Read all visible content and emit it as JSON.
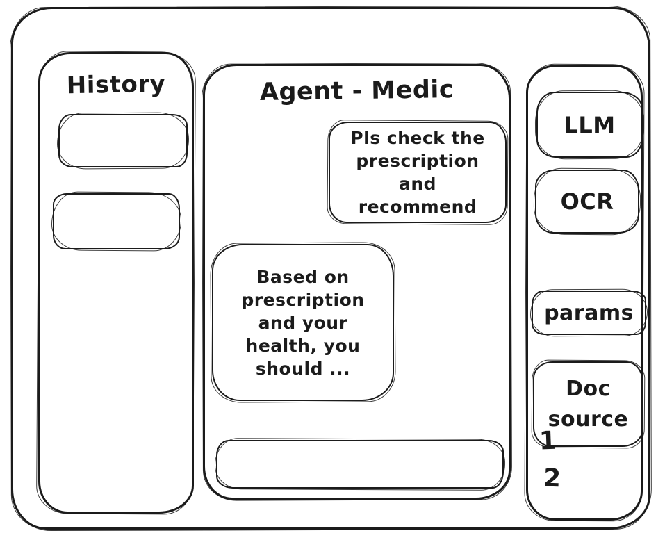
{
  "colors": {
    "ink": "#1b1b1b",
    "background": "#ffffff"
  },
  "sidebar": {
    "title": "History",
    "items": [
      {
        "label": ""
      },
      {
        "label": ""
      }
    ]
  },
  "chat": {
    "title": "Agent - Medic",
    "messages": [
      {
        "role": "user",
        "text": "Pls check the prescription and recommend"
      },
      {
        "role": "assistant",
        "text": "Based on prescription and your health, you should ..."
      }
    ],
    "input": {
      "value": "",
      "placeholder": ""
    }
  },
  "tools": {
    "buttons": [
      {
        "label": "LLM"
      },
      {
        "label": "OCR"
      },
      {
        "label": "params"
      },
      {
        "label": "Doc source"
      }
    ],
    "doc_list": [
      {
        "label": "1"
      },
      {
        "label": "2"
      }
    ]
  }
}
